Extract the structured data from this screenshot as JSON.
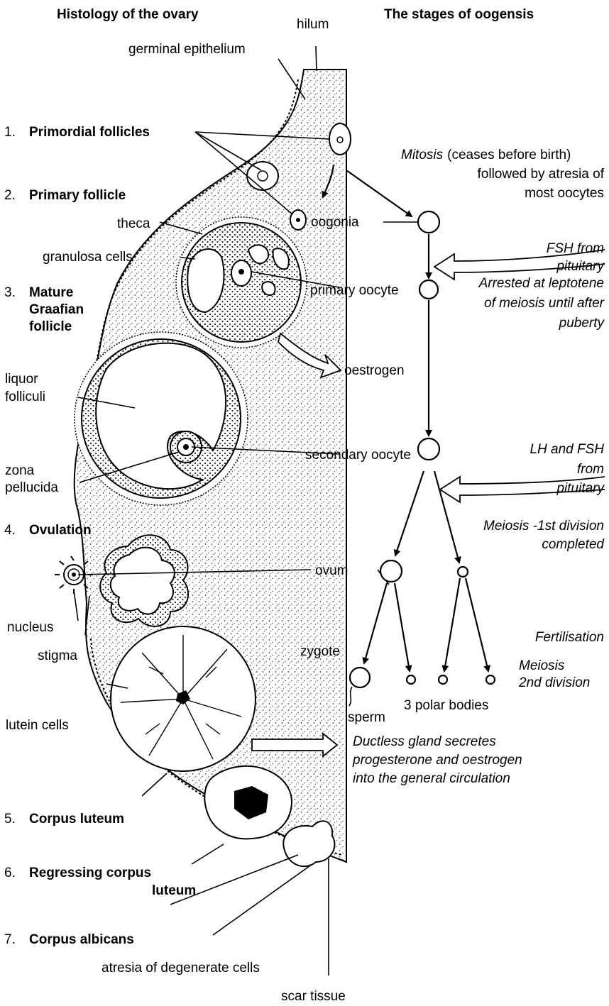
{
  "headings": {
    "left": "Histology of the ovary",
    "right": "The stages of oogensis",
    "hilum": "hilum"
  },
  "labels": {
    "germinal_epithelium": "germinal epithelium",
    "n1": "1.",
    "primordial": "Primordial follicles",
    "n2": "2.",
    "primary_follicle": "Primary follicle",
    "theca": "theca",
    "granulosa": "granulosa cells",
    "n3": "3.",
    "mature1": "Mature",
    "mature2": "Graafian",
    "mature3": "follicle",
    "liquor1": "liquor",
    "liquor2": "folliculi",
    "zona1": "zona",
    "zona2": "pellucida",
    "n4": "4.",
    "ovulation": "Ovulation",
    "nucleus": "nucleus",
    "stigma": "stigma",
    "lutein": "lutein cells",
    "n5": "5.",
    "corpus_luteum": "Corpus luteum",
    "n6": "6.",
    "regressing1": "Regressing corpus",
    "regressing2": "luteum",
    "n7": "7.",
    "albicans": "Corpus albicans",
    "atresia": "atresia of degenerate cells",
    "scar": "scar tissue"
  },
  "stages": {
    "mitosis_word": "Mitosis",
    "mitosis_rest": "(ceases before birth)",
    "mitosis2": "followed by atresia of",
    "mitosis3": "most oocytes",
    "oogonia": "oogonia",
    "fsh1": "FSH from",
    "fsh2": "pituitary",
    "primary_oocyte": "primary oocyte",
    "arrested1": "Arrested at leptotene",
    "arrested2": "of meiosis until after",
    "arrested3": "puberty",
    "oestrogen": "oestrogen",
    "secondary_oocyte": "secondary oocyte",
    "lh1": "LH and FSH",
    "lh2": "from",
    "lh3": "pituitary",
    "meiosis1a": "Meiosis -1st division",
    "meiosis1b": "completed",
    "ovum": "ovum",
    "fertilisation": "Fertilisation",
    "zygote": "zygote",
    "meiosis2a": "Meiosis",
    "meiosis2b": "2nd division",
    "sperm": "sperm",
    "polar": "3 polar bodies",
    "ductless1": "Ductless gland secretes",
    "ductless2": "progesterone and oestrogen",
    "ductless3": "into the general circulation"
  }
}
